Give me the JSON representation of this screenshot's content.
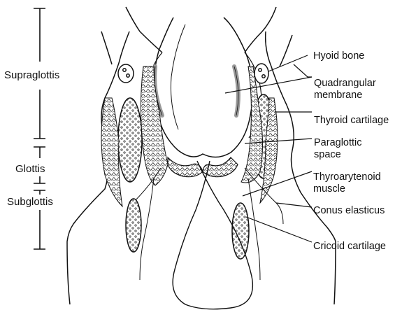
{
  "regions": {
    "supraglottis": "Supraglottis",
    "glottis": "Glottis",
    "subglottis": "Subglottis"
  },
  "labels": {
    "hyoid_bone": "Hyoid bone",
    "quadrangular_membrane_1": "Quadrangular",
    "quadrangular_membrane_2": "membrane",
    "thyroid_cartilage": "Thyroid cartilage",
    "paraglottic_space_1": "Paraglottic",
    "paraglottic_space_2": "space",
    "thyroarytenoid_muscle_1": "Thyroarytenoid",
    "thyroarytenoid_muscle_2": "muscle",
    "conus_elasticus": "Conus elasticus",
    "cricoid_cartilage": "Cricoid cartilage"
  },
  "colors": {
    "ink": "#111111",
    "membrane": "#9a9a9a",
    "background": "#ffffff"
  }
}
